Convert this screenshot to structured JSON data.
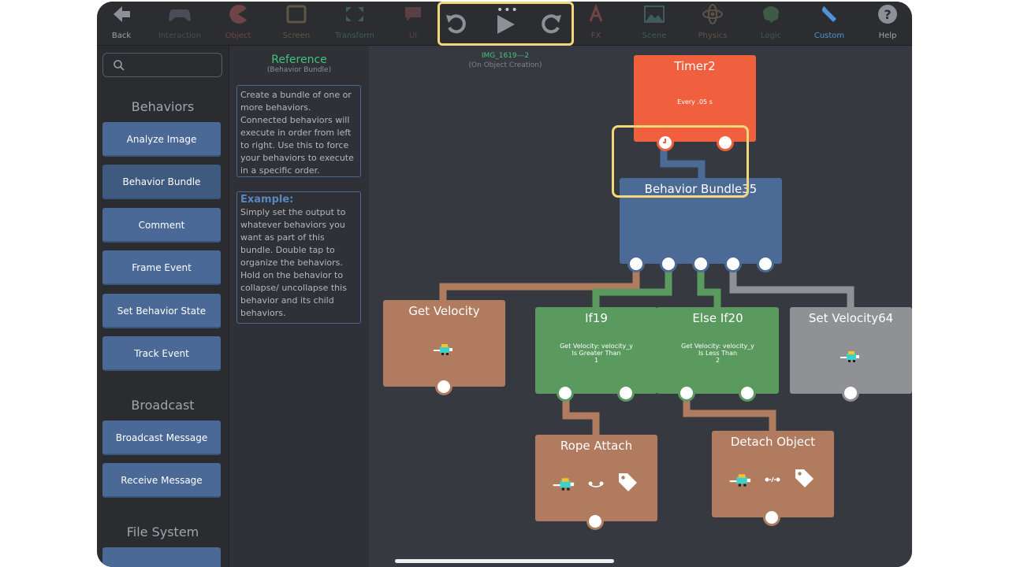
{
  "toolbar": {
    "items": [
      {
        "label": "Back",
        "icon": "back-arrow-icon"
      },
      {
        "label": "Interaction",
        "icon": "gamepad-icon"
      },
      {
        "label": "Object",
        "icon": "pacman-icon"
      },
      {
        "label": "Screen",
        "icon": "screen-icon"
      },
      {
        "label": "Transform",
        "icon": "expand-icon"
      },
      {
        "label": "UI",
        "icon": "chat-icon"
      },
      {
        "label": "FX",
        "icon": "fx-icon"
      },
      {
        "label": "Scene",
        "icon": "landscape-icon"
      },
      {
        "label": "Physics",
        "icon": "atom-icon"
      },
      {
        "label": "Logic",
        "icon": "brain-icon"
      },
      {
        "label": "Custom",
        "icon": "wrench-icon"
      },
      {
        "label": "Help",
        "icon": "help-icon"
      }
    ],
    "controls": {
      "undo": "undo-icon",
      "play": "play-icon",
      "redo": "redo-icon",
      "more": "•••"
    },
    "colors": {
      "accent": "#4f93d9",
      "highlight": "#f3d77b"
    }
  },
  "sidebar": {
    "search_placeholder": "",
    "sections": [
      {
        "title": "Behaviors",
        "items": [
          "Analyze Image",
          "Behavior Bundle",
          "Comment",
          "Frame Event",
          "Set Behavior State",
          "Track Event"
        ]
      },
      {
        "title": "Broadcast",
        "items": [
          "Broadcast Message",
          "Receive Message"
        ]
      },
      {
        "title": "File System",
        "items": [
          ""
        ]
      }
    ],
    "selected": "Behavior Bundle"
  },
  "reference": {
    "title": "Reference",
    "subtitle": "(Behavior Bundle)",
    "description": "Create a bundle of one or more behaviors. Connected behaviors will execute in order from left to right. Use this to force your behaviors to execute in a specific order.",
    "example_title": "Example:",
    "example_text": "Simply set the output to whatever behaviors you want as part of this bundle. Double tap to organize the behaviors. Hold on the behavior to collapse/ uncollapse this behavior and its child behaviors."
  },
  "canvas": {
    "object_name": "IMG_1619---2",
    "object_event": "(On Object Creation)",
    "nodes": {
      "timer": {
        "title": "Timer2",
        "desc": "Every .05 s",
        "color": "#f0603f"
      },
      "bundle": {
        "title": "Behavior Bundle35",
        "color": "#4b6a96"
      },
      "getvel": {
        "title": "Get Velocity",
        "color": "#b07b5e"
      },
      "if19": {
        "title": "If19",
        "desc1": "Get Velocity: velocity_y",
        "desc2": "Is Greater Than",
        "desc3": "1",
        "color": "#5a9a5e"
      },
      "elseif20": {
        "title": "Else If20",
        "desc1": "Get Velocity: velocity_y",
        "desc2": "Is Less Than",
        "desc3": "2",
        "color": "#5a9a5e"
      },
      "setvel": {
        "title": "Set Velocity64",
        "color": "#8f9194"
      },
      "rope": {
        "title": "Rope Attach",
        "color": "#b07b5e"
      },
      "detach": {
        "title": "Detach Object",
        "color": "#b07b5e"
      }
    }
  }
}
